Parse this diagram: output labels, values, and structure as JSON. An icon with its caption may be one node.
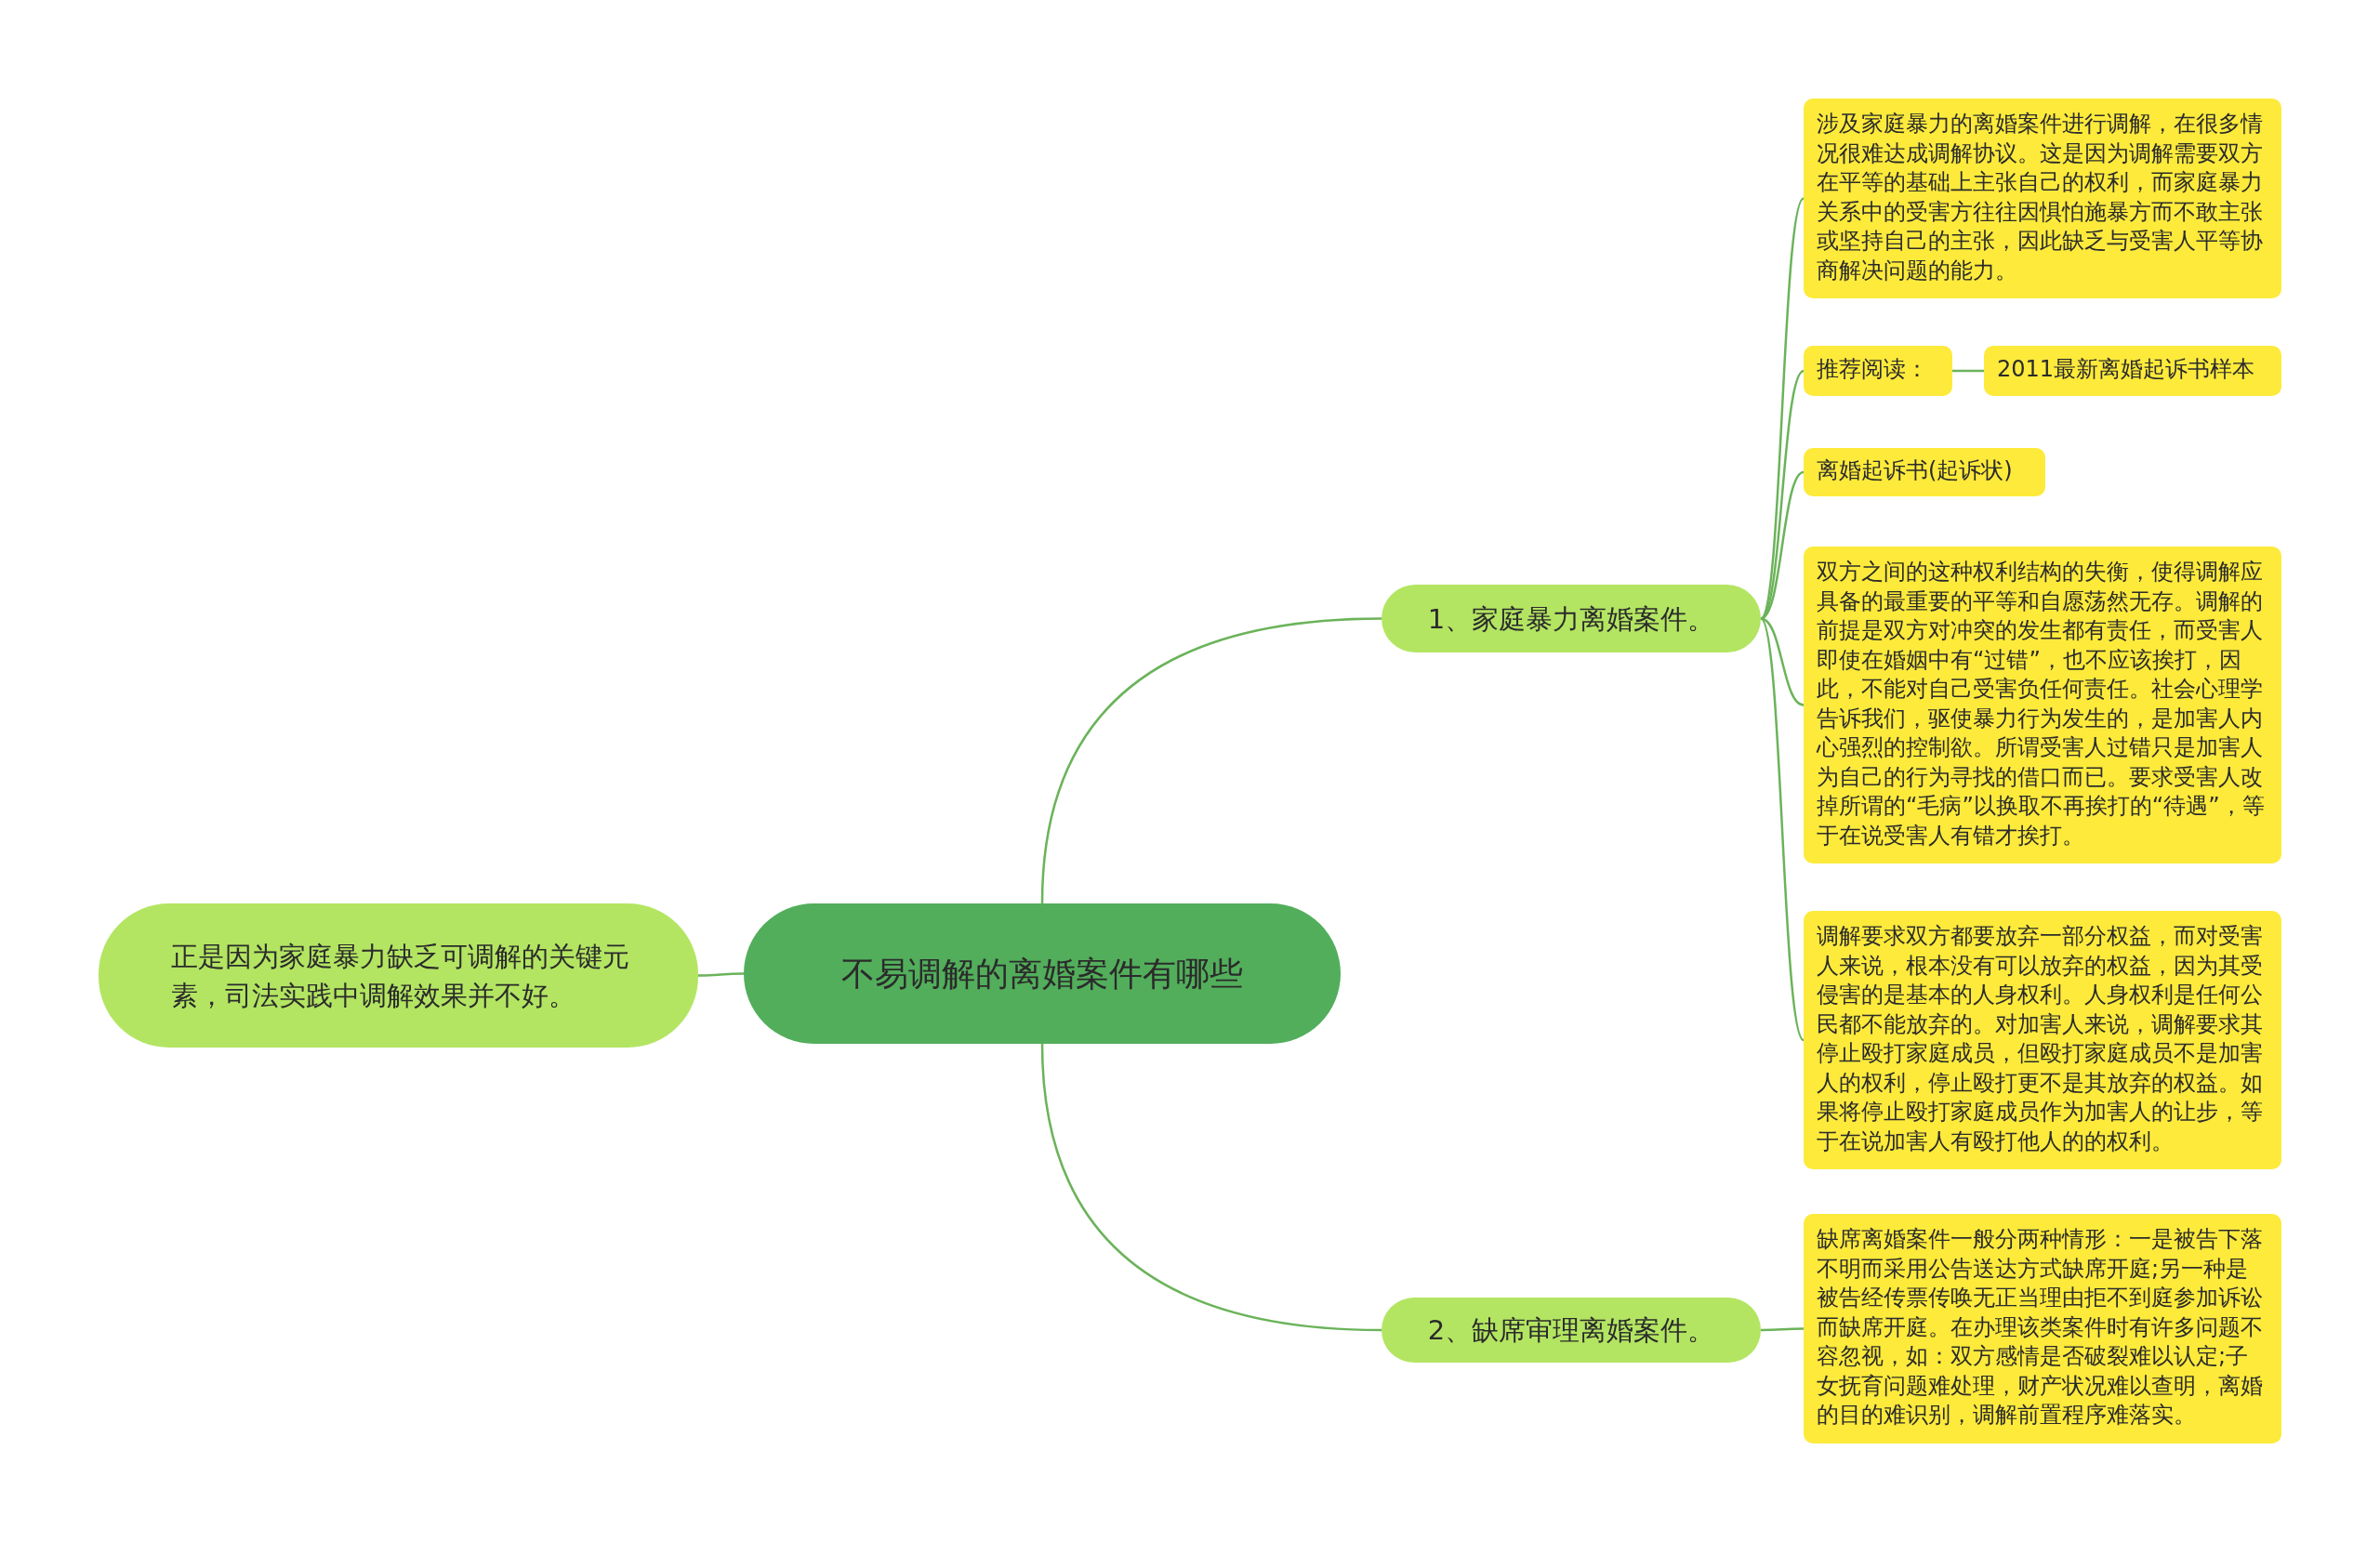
{
  "diagram": {
    "nodes": [
      {
        "text": [
          "不易调解的离婚案件有哪些"
        ]
      },
      {
        "text": [
          "正是因为家庭暴力缺乏可调解的关键元素，司法实践中调解效果并不好。"
        ]
      },
      {
        "text": [
          "1、家庭暴力离婚案件。"
        ]
      },
      {
        "text": [
          "涉及家庭暴力的离婚案件进行调解，在很多情况很难达成调解协议。这是因为调解需要双方在平等的基础上主张自己的权利，而家庭暴力关系中的受害方往往因惧怕施暴方而不敢主张或坚持自己的主张，因此缺乏与受害人平等协商解决问题的能力。"
        ]
      },
      {
        "text": [
          "推荐阅读："
        ]
      },
      {
        "text": [
          "2011最新离婚起诉书样本"
        ]
      },
      {
        "text": [
          "离婚起诉书(起诉状)"
        ]
      },
      {
        "text": [
          "双方之间的这种权利结构的失衡，使得调解应具备的最重要的平等和自愿荡然无存。调解的前提是双方对冲突的发生都有责任，而受害人即使在婚姻中有“过错”，也不应该挨打，因此，不能对自己受害负任何责任。社会心理学告诉我们，驱使暴力行为发生的，是加害人内心强烈的控制欲。所谓受害人过错只是加害人为自己的行为寻找的借口而已。要求受害人改掉所谓的“毛病”以换取不再挨打的“待遇”，等于在说受害人有错才挨打。"
        ]
      },
      {
        "text": [
          "调解要求双方都要放弃一部分权益，而对受害人来说，根本没有可以放弃的权益，因为其受侵害的是基本的人身权利。人身权利是任何公民都不能放弃的。对加害人来说，调解要求其停止殴打家庭成员，但殴打家庭成员不是加害人的权利，停止殴打更不是其放弃的权益。如果将停止殴打家庭成员作为加害人的让步，等于在说加害人有殴打他人的的权利。"
        ]
      },
      {
        "text": [
          "2、缺席审理离婚案件。"
        ]
      },
      {
        "text": [
          "缺席离婚案件一般分两种情形：一是被告下落不明而采用公告送达方式缺席开庭;另一种是被告经传票传唤无正当理由拒不到庭参加诉讼而缺席开庭。在办理该类案件时有许多问题不容忽视，如：双方感情是否破裂难以认定;子女抚育问题难处理，财产状况难以查明，离婚的目的难识别，调解前置程序难落实。"
        ]
      }
    ],
    "edges": [
      {
        "from": 0,
        "to": 1,
        "arrow": "none"
      },
      {
        "from": 0,
        "to": 2,
        "arrow": "none"
      },
      {
        "from": 2,
        "to": 3,
        "arrow": "none"
      },
      {
        "from": 2,
        "to": 4,
        "arrow": "none"
      },
      {
        "from": 4,
        "to": 5,
        "arrow": "none"
      },
      {
        "from": 2,
        "to": 6,
        "arrow": "none"
      },
      {
        "from": 2,
        "to": 7,
        "arrow": "none"
      },
      {
        "from": 2,
        "to": 8,
        "arrow": "none"
      },
      {
        "from": 0,
        "to": 9,
        "arrow": "none"
      },
      {
        "from": 9,
        "to": 10,
        "arrow": "none"
      }
    ]
  }
}
